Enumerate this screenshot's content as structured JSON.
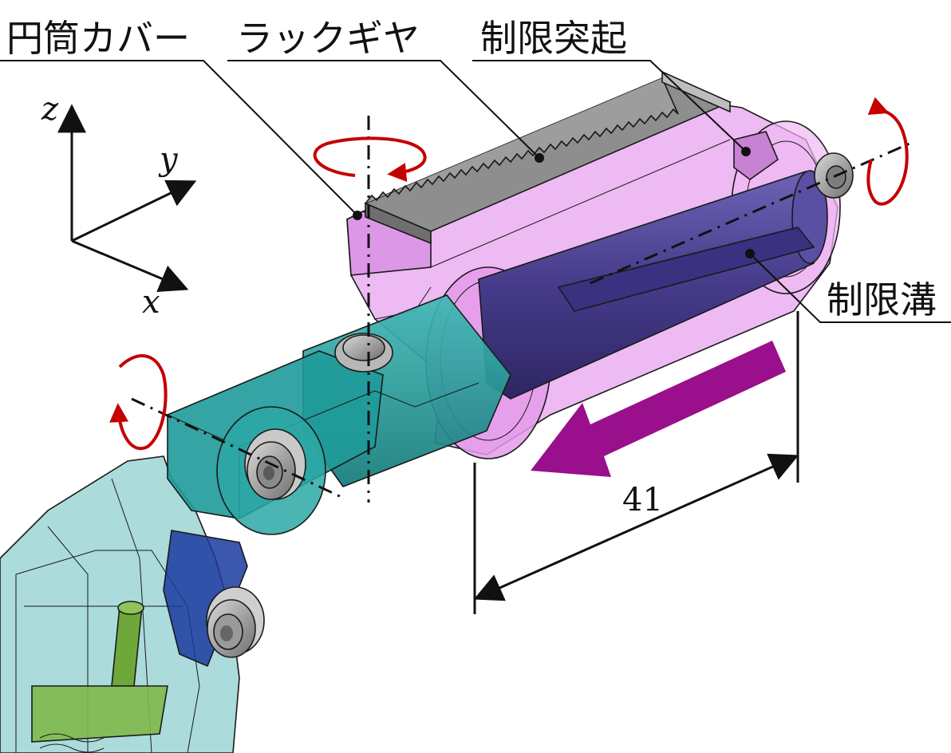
{
  "labels": {
    "cylinder_cover": "円筒カバー",
    "rack_gear": "ラックギヤ",
    "limit_protrusion": "制限突起",
    "limit_groove": "制限溝"
  },
  "axes": {
    "x": "x",
    "y": "y",
    "z": "z"
  },
  "dimension": {
    "value": "41"
  },
  "colors": {
    "cover_pink": "#e7a3ef",
    "cover_pink_dark": "#b970c4",
    "inner_shaft_purple": "#4a3f8f",
    "rack_gray": "#8e8e8e",
    "teal_body": "#1f9a9a",
    "teal_light": "#8fcfcf",
    "finger_blue": "#1a3aa0",
    "green_part": "#6fa83a",
    "rotation_arrow_red": "#c40000",
    "motion_arrow_magenta": "#990f8c"
  },
  "icons": {
    "rotation_arrows": "rotation-arrow-icon",
    "motion_arrow": "slide-direction-arrow-icon"
  }
}
